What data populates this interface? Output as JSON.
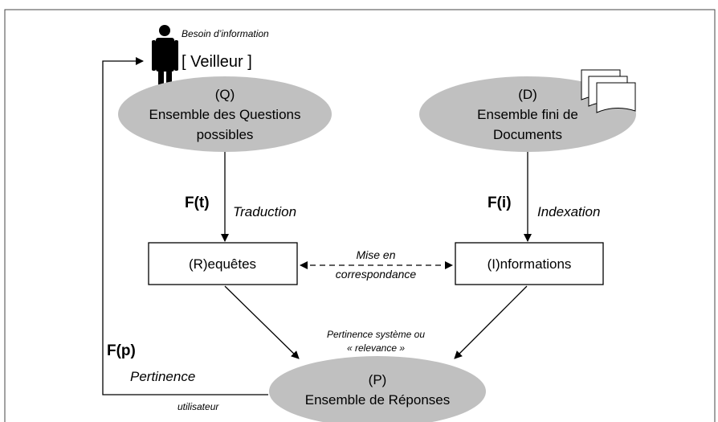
{
  "person": {
    "need_label": "Besoin d’information",
    "role_label": "[ Veilleur ]"
  },
  "questions": {
    "code": "(Q)",
    "line1": "Ensemble des Questions",
    "line2": "possibles"
  },
  "documents": {
    "code": "(D)",
    "line1": "Ensemble fini de",
    "line2": "Documents"
  },
  "ft": {
    "fn": "F(t)",
    "label": "Traduction"
  },
  "fi": {
    "fn": "F(i)",
    "label": "Indexation"
  },
  "requetes": {
    "label": "(R)equêtes"
  },
  "informations": {
    "label": "(I)nformations"
  },
  "matching": {
    "line1": "Mise en",
    "line2": "correspondance"
  },
  "system_relevance": {
    "line1": "Pertinence système ou",
    "line2": "« relevance »"
  },
  "fp": {
    "fn": "F(p)",
    "label": "Pertinence",
    "sub": "utilisateur"
  },
  "responses": {
    "code": "(P)",
    "label": "Ensemble de Réponses"
  },
  "colors": {
    "ellipse_fill": "#c0c0c0",
    "stroke": "#000000",
    "frame": "#444444"
  }
}
